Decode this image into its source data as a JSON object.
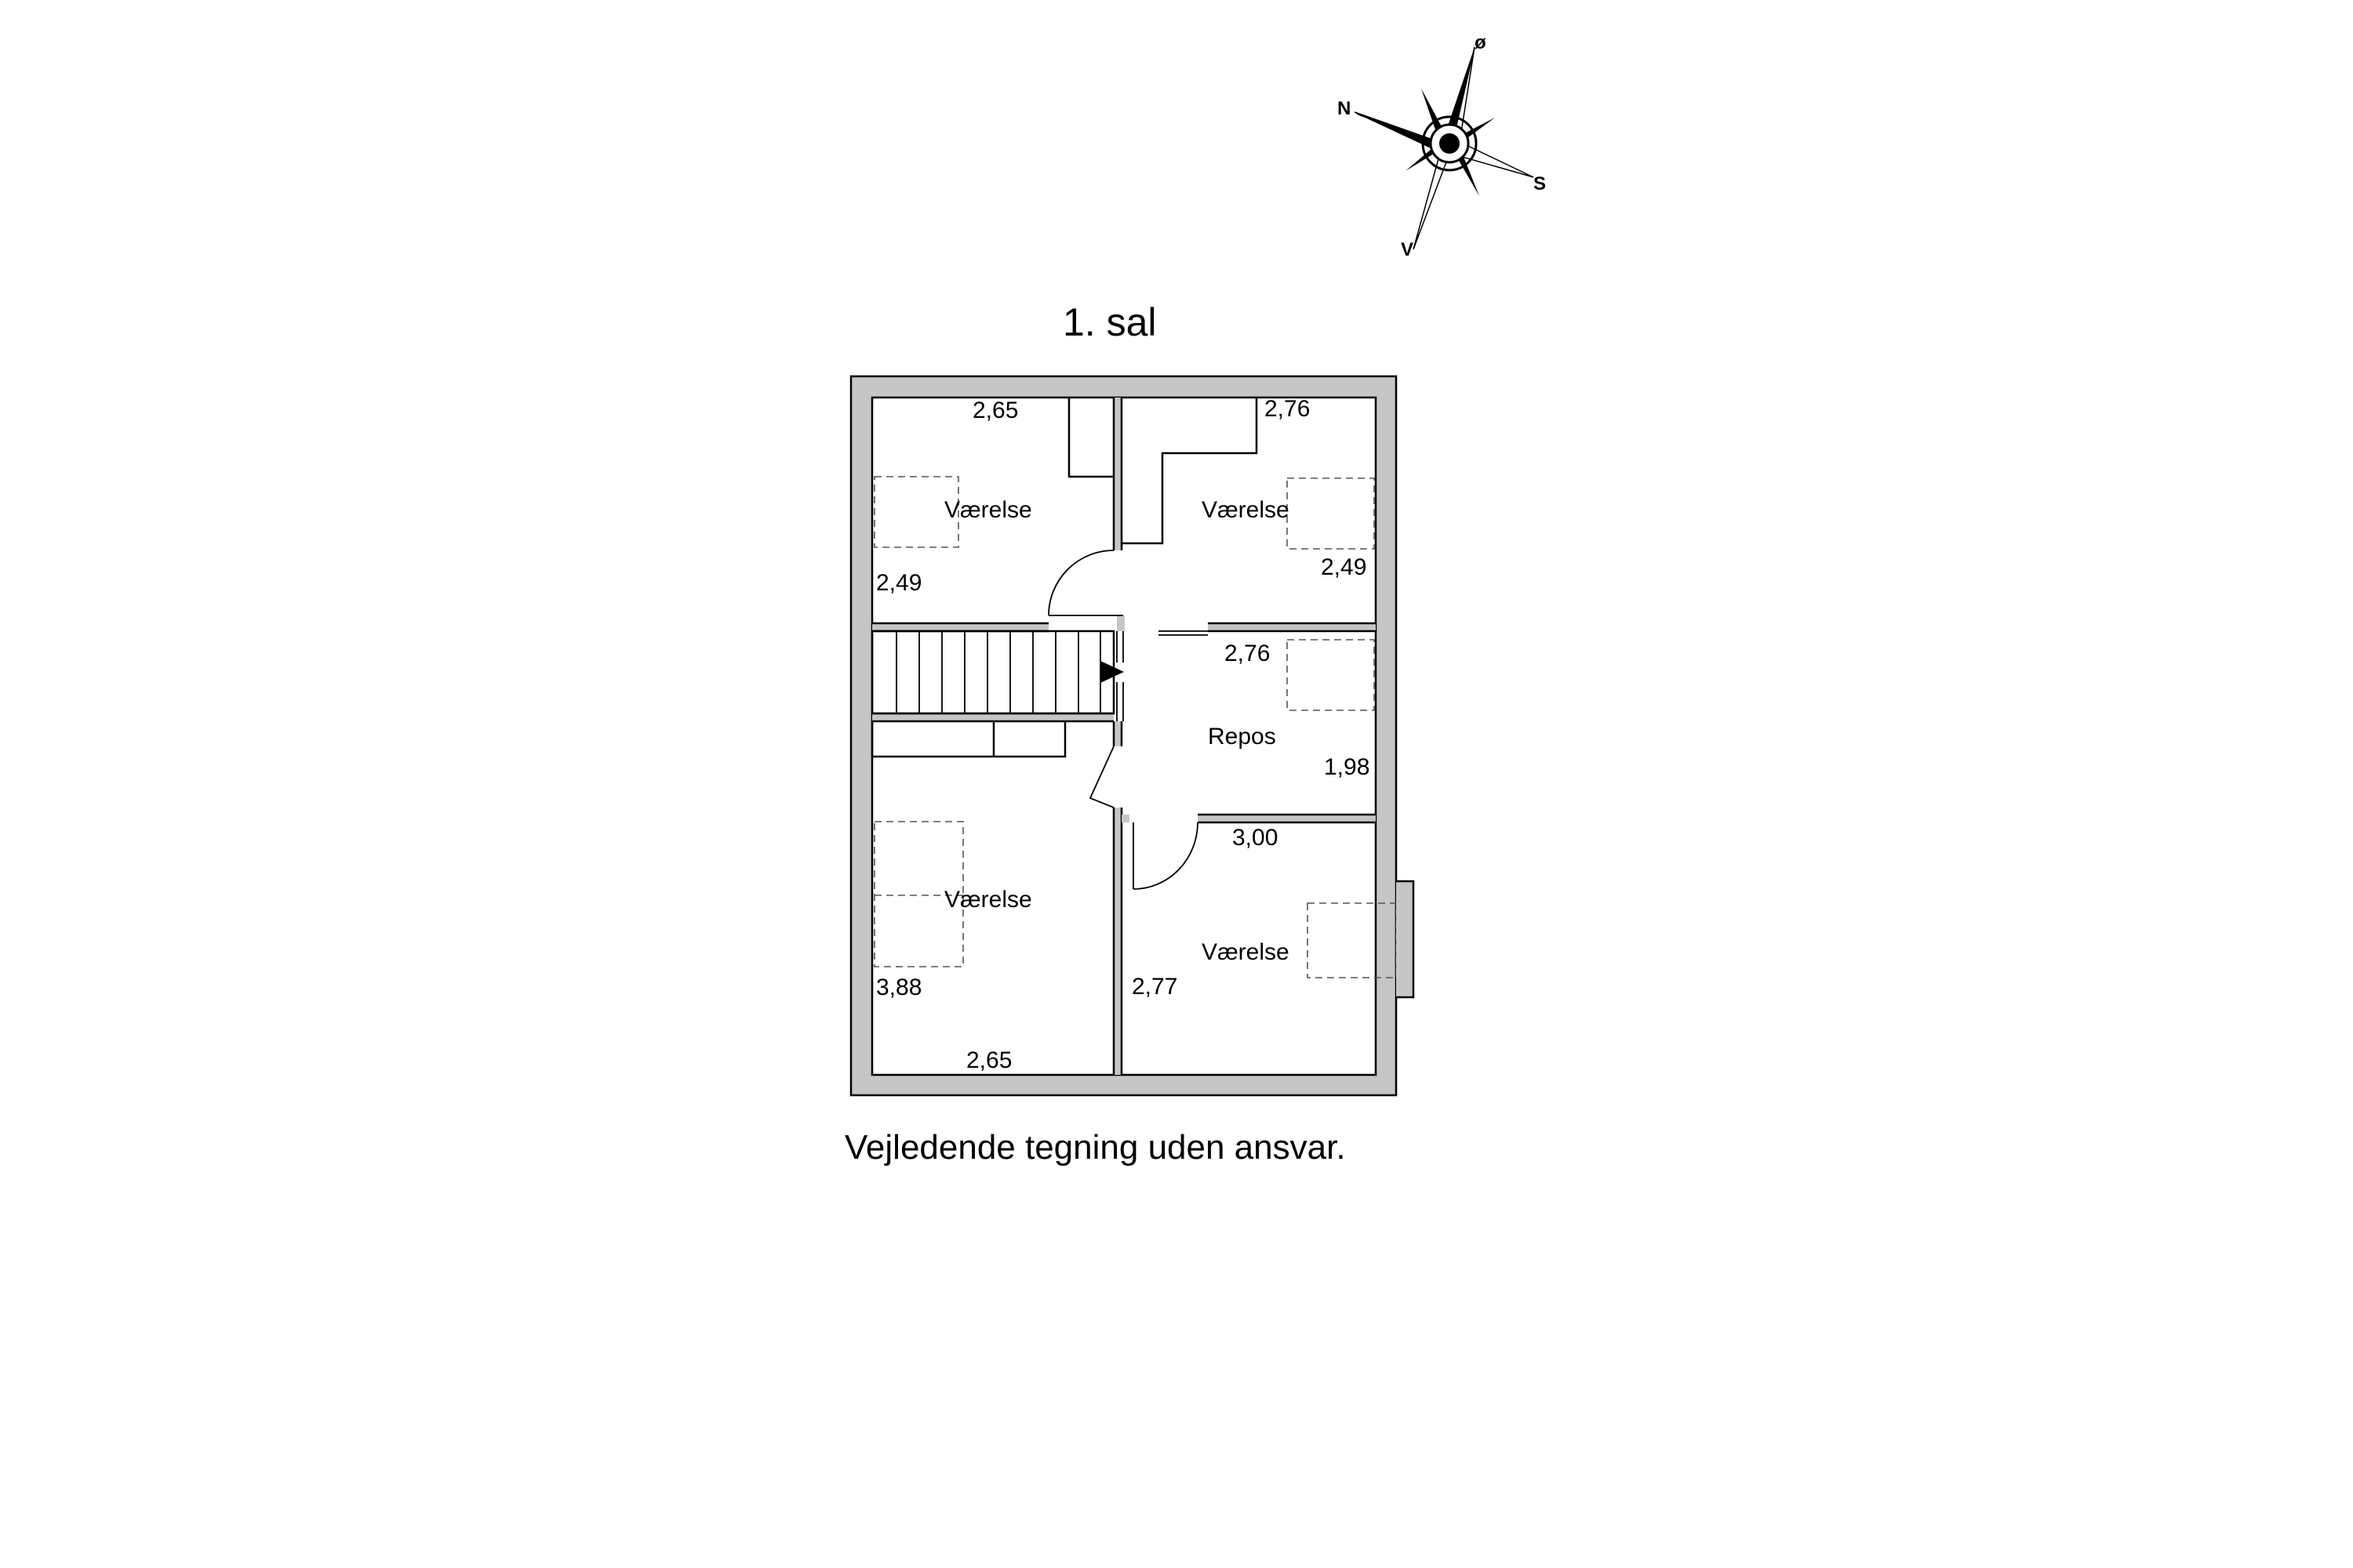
{
  "floor_title": "1. sal",
  "disclaimer": "Vejledende tegning uden ansvar.",
  "compass": {
    "north": "N",
    "south": "S",
    "east": "ø",
    "west": "V"
  },
  "rooms": {
    "top_left": {
      "label": "Værelse",
      "dim_width": "2,65",
      "dim_depth": "2,49"
    },
    "top_right": {
      "label": "Værelse",
      "dim_width": "2,76",
      "dim_depth": "2,49"
    },
    "landing": {
      "label": "Repos",
      "dim_width": "2,76",
      "dim_depth": "1,98"
    },
    "bottom_left": {
      "label": "Værelse",
      "dim_width": "2,65",
      "dim_depth": "3,88"
    },
    "bottom_right": {
      "label": "Værelse",
      "dim_width": "3,00",
      "dim_depth": "2,77"
    }
  }
}
